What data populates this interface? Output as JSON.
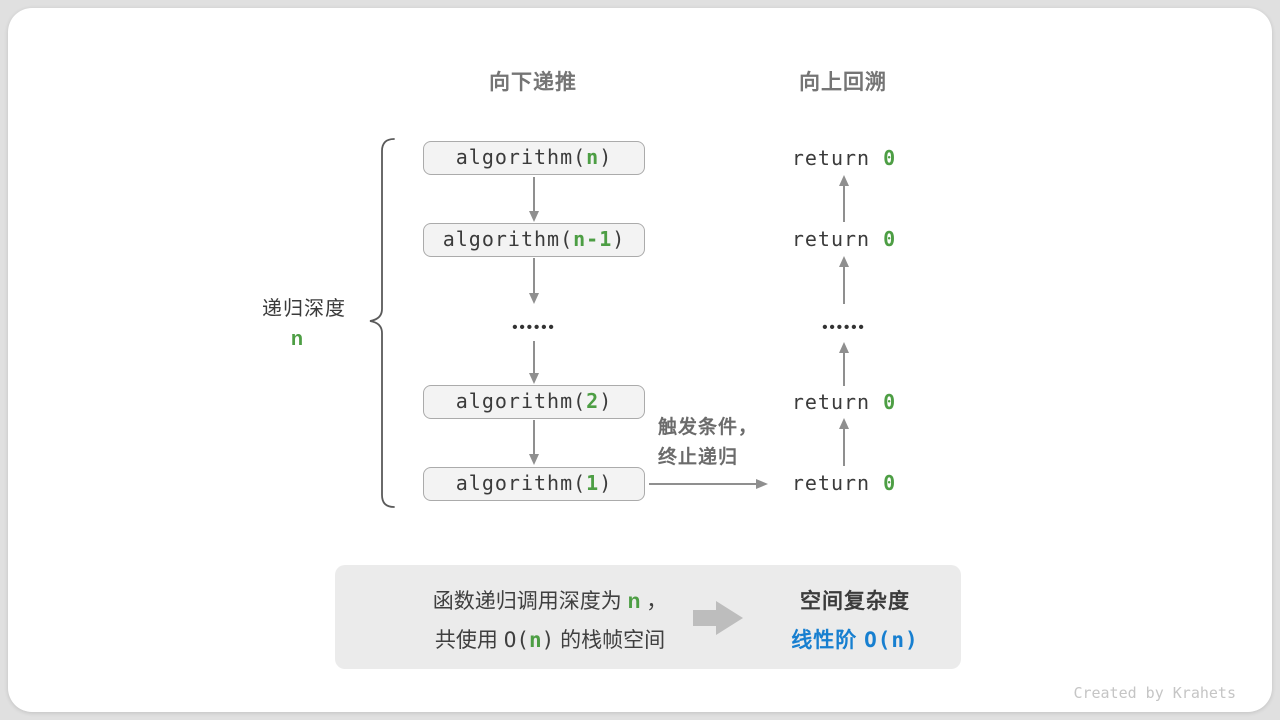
{
  "colors": {
    "green": "#4d9e44",
    "blue": "#177fd0",
    "arrow_gray": "#8f8f8f"
  },
  "headers": {
    "down": "向下递推",
    "up": "向上回溯"
  },
  "depth": {
    "label": "递归深度",
    "value": "n"
  },
  "stack": {
    "boxes": [
      {
        "pre": "algorithm(",
        "arg": "n",
        "post": ")"
      },
      {
        "pre": "algorithm(",
        "arg": "n-1",
        "post": ")"
      },
      {
        "pre": "algorithm(",
        "arg": "2",
        "post": ")"
      },
      {
        "pre": "algorithm(",
        "arg": "1",
        "post": ")"
      }
    ],
    "ellipsis": "••••••"
  },
  "returns": {
    "items": [
      {
        "pre": "return ",
        "val": "0"
      },
      {
        "pre": "return ",
        "val": "0"
      },
      {
        "pre": "return ",
        "val": "0"
      },
      {
        "pre": "return ",
        "val": "0"
      }
    ],
    "ellipsis": "••••••"
  },
  "trigger": {
    "line1": "触发条件，",
    "line2": "终止递归"
  },
  "summary": {
    "left_line1": {
      "pre": "函数递归调用深度为 ",
      "var": "n",
      "post": " ，"
    },
    "left_line2": {
      "pre": "共使用 ",
      "code_pre": "O(",
      "var": "n",
      "code_post": ")",
      "post": " 的栈帧空间"
    },
    "right_title": "空间复杂度",
    "right_value": {
      "label": "线性阶 ",
      "code": "O(n)"
    }
  },
  "credit": "Created by Krahets"
}
